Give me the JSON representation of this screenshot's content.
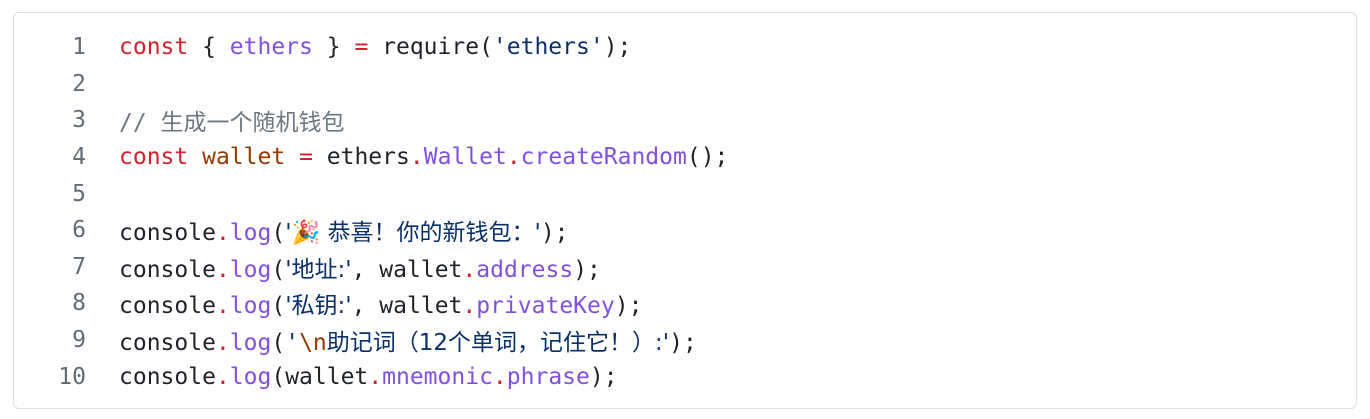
{
  "code_block": {
    "lines": [
      {
        "number": "1"
      },
      {
        "number": "2"
      },
      {
        "number": "3"
      },
      {
        "number": "4"
      },
      {
        "number": "5"
      },
      {
        "number": "6"
      },
      {
        "number": "7"
      },
      {
        "number": "8"
      },
      {
        "number": "9"
      },
      {
        "number": "10"
      }
    ],
    "tokens": {
      "l1_const": "const",
      "l1_open": " { ",
      "l1_ethers": "ethers",
      "l1_close": " } ",
      "l1_eq": "=",
      "l1_require": " require(",
      "l1_str": "'ethers'",
      "l1_end": ");",
      "l3_comment": "// 生成一个随机钱包",
      "l4_const": "const",
      "l4_wallet": "wallet",
      "l4_eq": "=",
      "l4_ethers": " ethers",
      "l4_dot1": ".",
      "l4_Wallet": "Wallet",
      "l4_dot2": ".",
      "l4_fn": "createRandom",
      "l4_end": "();",
      "console": "console",
      "dot": ".",
      "log": "log",
      "l6_open": "(",
      "l6_str": "'🎉 恭喜！你的新钱包：'",
      "l6_end": ");",
      "l7_open": "(",
      "l7_str": "'地址:'",
      "l7_mid": ", wallet",
      "l7_prop": "address",
      "l7_end": ");",
      "l8_open": "(",
      "l8_str": "'私钥:'",
      "l8_mid": ", wallet",
      "l8_prop": "privateKey",
      "l8_end": ");",
      "l9_open": "(",
      "l9_q1": "'",
      "l9_esc": "\\n",
      "l9_str": "助记词（12个单词，记住它！）:'",
      "l9_end": ");",
      "l10_open": "(wallet",
      "l10_prop1": "mnemonic",
      "l10_prop2": "phrase",
      "l10_end": ");"
    }
  }
}
